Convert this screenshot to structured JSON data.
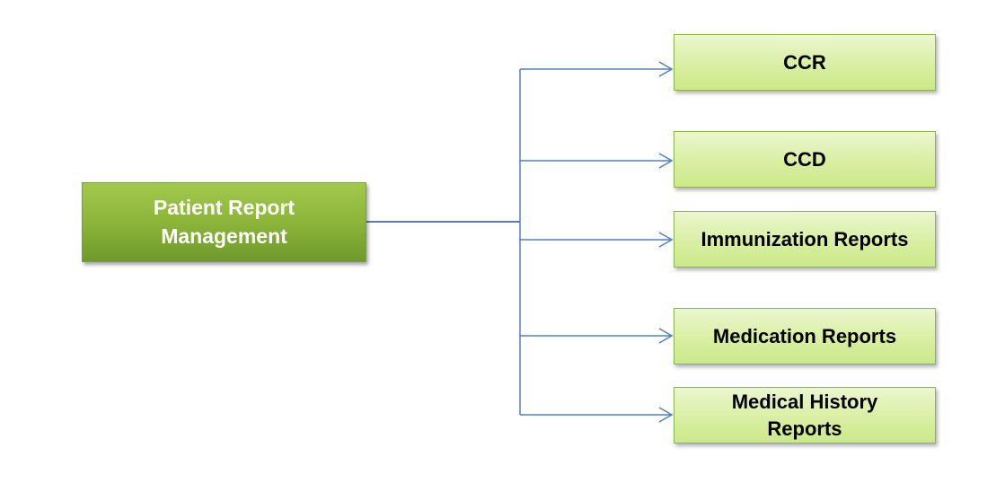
{
  "diagram": {
    "root": {
      "label_line1": "Patient Report",
      "label_line2": "Management"
    },
    "children": [
      {
        "label_line1": "CCR",
        "label_line2": ""
      },
      {
        "label_line1": "CCD",
        "label_line2": ""
      },
      {
        "label_line1": "Immunization Reports",
        "label_line2": ""
      },
      {
        "label_line1": "Medication Reports",
        "label_line2": ""
      },
      {
        "label_line1": "Medical History",
        "label_line2": "Reports"
      }
    ]
  },
  "colors": {
    "root_fill": "#8cb53a",
    "root_text": "#ffffff",
    "child_fill": "#d7ee9f",
    "child_text": "#000000",
    "connector": "#4f81bd"
  }
}
